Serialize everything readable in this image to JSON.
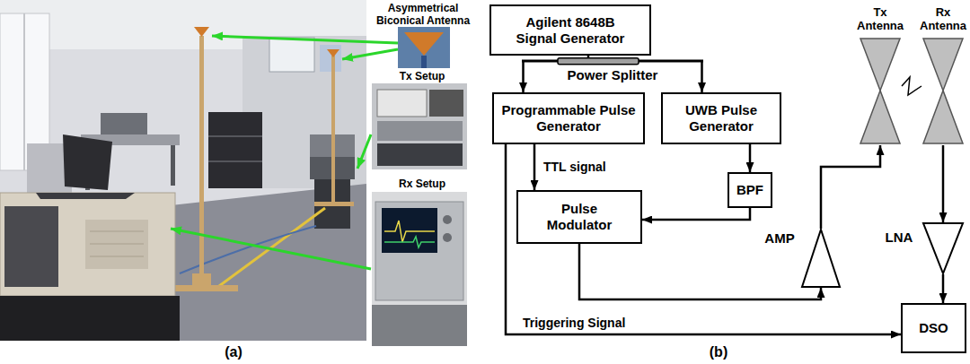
{
  "diagram": {
    "nodes": [
      {
        "text": [
          "Agilent 8648B Signal Generator"
        ]
      },
      {
        "text": [
          "Power Splitter"
        ]
      },
      {
        "text": [
          "Programmable Pulse Generator"
        ]
      },
      {
        "text": [
          "UWB Pulse Generator"
        ]
      },
      {
        "text": [
          "BPF"
        ]
      },
      {
        "text": [
          "Pulse Modulator"
        ]
      },
      {
        "text": [
          "AMP"
        ]
      },
      {
        "text": [
          "Tx Antenna"
        ]
      },
      {
        "text": [
          "Rx Antenna"
        ]
      },
      {
        "text": [
          "LNA"
        ]
      },
      {
        "text": [
          "DSO"
        ]
      }
    ],
    "edges": [
      {
        "from": 0,
        "to": 1,
        "arrow": "none"
      },
      {
        "from": 1,
        "to": 2,
        "arrow": "to"
      },
      {
        "from": 1,
        "to": 3,
        "arrow": "to"
      },
      {
        "from": 2,
        "to": 5,
        "label": "TTL signal",
        "arrow": "to"
      },
      {
        "from": 3,
        "to": 4,
        "arrow": "to"
      },
      {
        "from": 4,
        "to": 5,
        "arrow": "to"
      },
      {
        "from": 5,
        "to": 6,
        "arrow": "to"
      },
      {
        "from": 6,
        "to": 7,
        "arrow": "to"
      },
      {
        "from": 8,
        "to": 9,
        "arrow": "to"
      },
      {
        "from": 9,
        "to": 10,
        "arrow": "to"
      },
      {
        "from": 2,
        "to": 10,
        "label": "Triggering Signal",
        "arrow": "to"
      },
      {
        "from": 7,
        "to": 8,
        "arrow": "none"
      }
    ],
    "labels": [
      "Asymmetrical Biconical Antenna",
      "Tx Setup",
      "Rx Setup",
      "(a)",
      "(b)"
    ]
  }
}
